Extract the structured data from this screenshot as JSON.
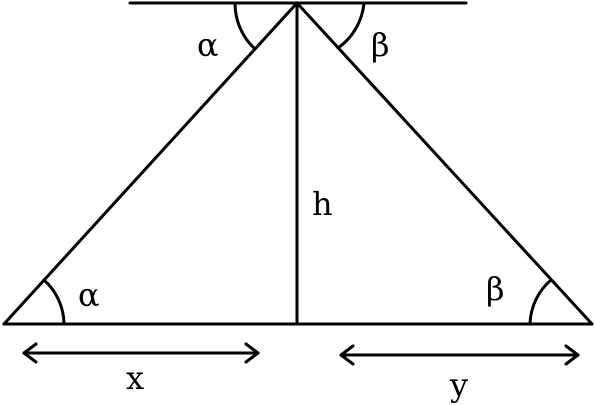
{
  "labels": {
    "alpha_top": "α",
    "beta_top": "β",
    "alpha_bottom": "α",
    "beta_bottom": "β",
    "height": "h",
    "left_distance": "x",
    "right_distance": "y"
  },
  "colors": {
    "stroke": "#000000",
    "background": "#ffffff"
  }
}
